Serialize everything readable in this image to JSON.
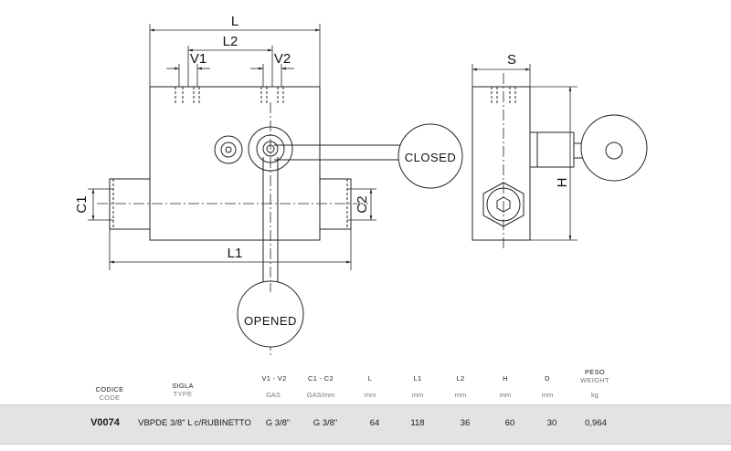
{
  "drawing": {
    "dimensions": {
      "L": "L",
      "L2": "L2",
      "V1": "V1",
      "V2": "V2",
      "C1": "C1",
      "C2": "C2",
      "L1": "L1",
      "S": "S",
      "H": "H"
    },
    "labels": {
      "closed": "CLOSED",
      "opened": "OPENED"
    }
  },
  "table": {
    "headers": {
      "codice": {
        "it": "CODICE",
        "en": "CODE"
      },
      "sigla": {
        "it": "SIGLA",
        "en": "TYPE"
      },
      "v1v2": {
        "it": "V1 - V2",
        "unit": "GAS"
      },
      "c1c2": {
        "it": "C1 - C2",
        "unit": "GAS/mm"
      },
      "l": {
        "it": "L",
        "unit": "mm"
      },
      "l1": {
        "it": "L1",
        "unit": "mm"
      },
      "l2": {
        "it": "L2",
        "unit": "mm"
      },
      "h": {
        "it": "H",
        "unit": "mm"
      },
      "d": {
        "it": "D",
        "unit": "mm"
      },
      "peso": {
        "it": "PESO",
        "en": "WEIGHT",
        "unit": "kg"
      }
    },
    "row": {
      "code": "V0074",
      "type": "VBPDE 3/8\" L c/RUBINETTO",
      "v1v2": "G 3/8\"",
      "c1c2": "G 3/8\"",
      "l": "64",
      "l1": "118",
      "l2": "36",
      "h": "60",
      "d": "30",
      "weight": "0,964"
    }
  }
}
